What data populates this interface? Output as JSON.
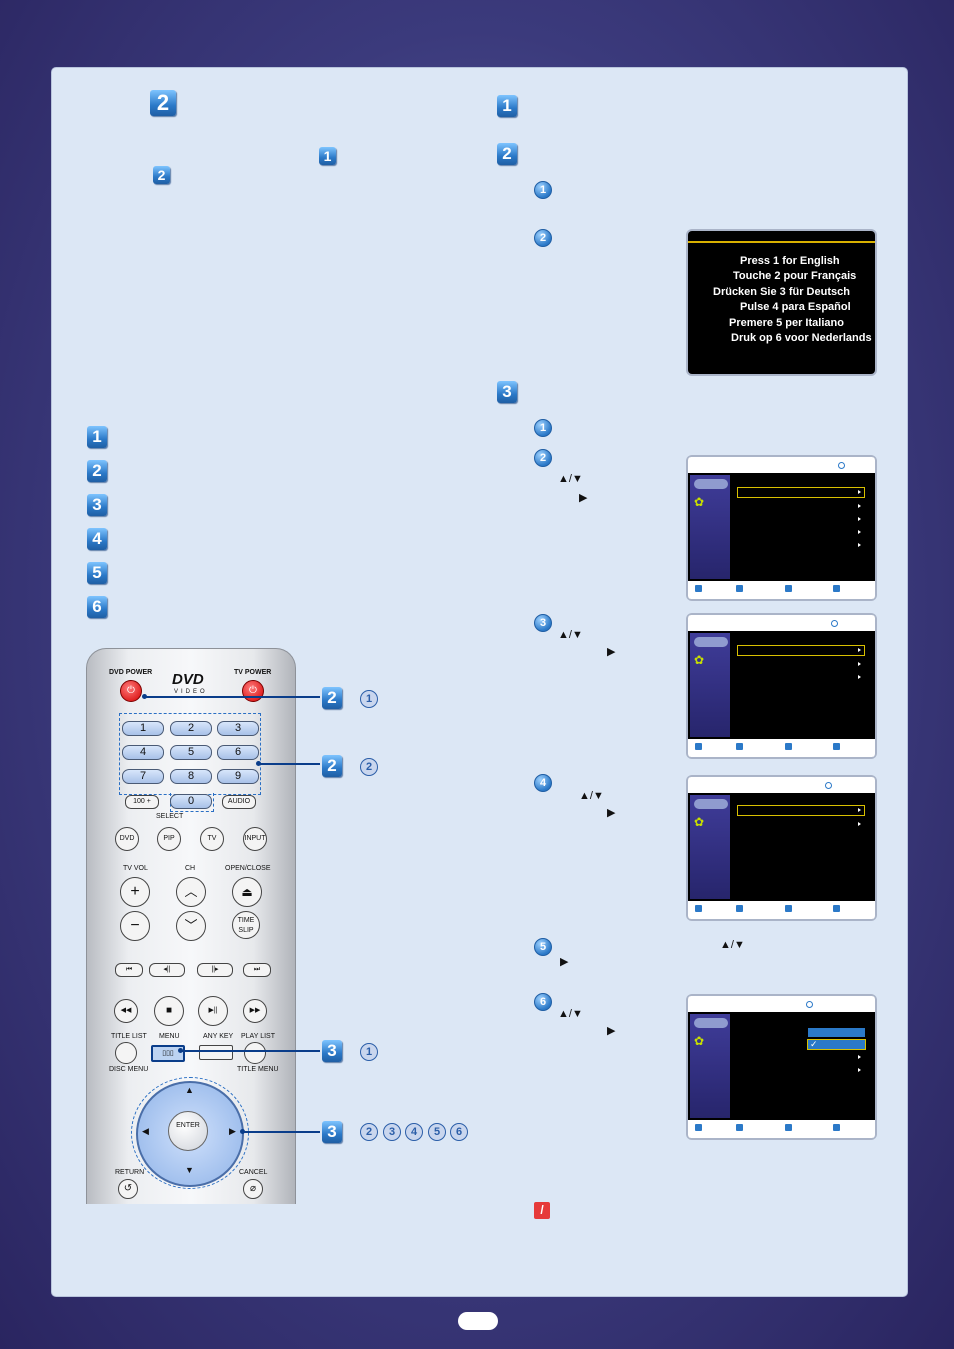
{
  "steps_left": {
    "header_badge": "2",
    "inline_badges": [
      "1",
      "2"
    ],
    "list_badges": [
      "1",
      "2",
      "3",
      "4",
      "5",
      "6"
    ]
  },
  "steps_right": {
    "badges": [
      "1",
      "2",
      "3"
    ],
    "step2_sub": [
      "1",
      "2"
    ],
    "step3_sub": [
      "1",
      "2",
      "3",
      "4",
      "5",
      "6"
    ]
  },
  "language_screen": {
    "lines": [
      "Press 1 for English",
      "Touche 2 pour Français",
      "Drücken Sie 3 für Deutsch",
      "Pulse 4 para Español",
      "Premere 5 per Italiano",
      "Druk op 6 voor Nederlands"
    ]
  },
  "arrow_glyphs": {
    "updown": "▲/▼",
    "right": "▶"
  },
  "note_icon": "pencil-note-icon",
  "remote": {
    "dvd_power": "DVD POWER",
    "tv_power": "TV POWER",
    "logo": "DVD",
    "logo_sub": "VIDEO",
    "numbers": [
      "1",
      "2",
      "3",
      "4",
      "5",
      "6",
      "7",
      "8",
      "9"
    ],
    "zero": "0",
    "hundred": "100 +",
    "audio": "AUDIO",
    "select": "SELECT",
    "select_buttons": [
      "DVD",
      "PIP",
      "TV",
      "INPUT"
    ],
    "tv_vol": "TV VOL",
    "ch": "CH",
    "open_close": "OPEN/CLOSE",
    "time_slip": "TIME SLIP",
    "title_list": "TITLE LIST",
    "menu": "MENU",
    "any_key": "ANY KEY",
    "play_list": "PLAY LIST",
    "disc_menu": "DISC MENU",
    "title_menu": "TITLE MENU",
    "enter": "ENTER",
    "return": "RETURN",
    "cancel": "CANCEL"
  },
  "callouts": [
    {
      "step": "2",
      "subs": [
        "1"
      ]
    },
    {
      "step": "2",
      "subs": [
        "2"
      ]
    },
    {
      "step": "3",
      "subs": [
        "1"
      ]
    },
    {
      "step": "3",
      "subs": [
        "2",
        "3",
        "4",
        "5",
        "6"
      ]
    }
  ]
}
